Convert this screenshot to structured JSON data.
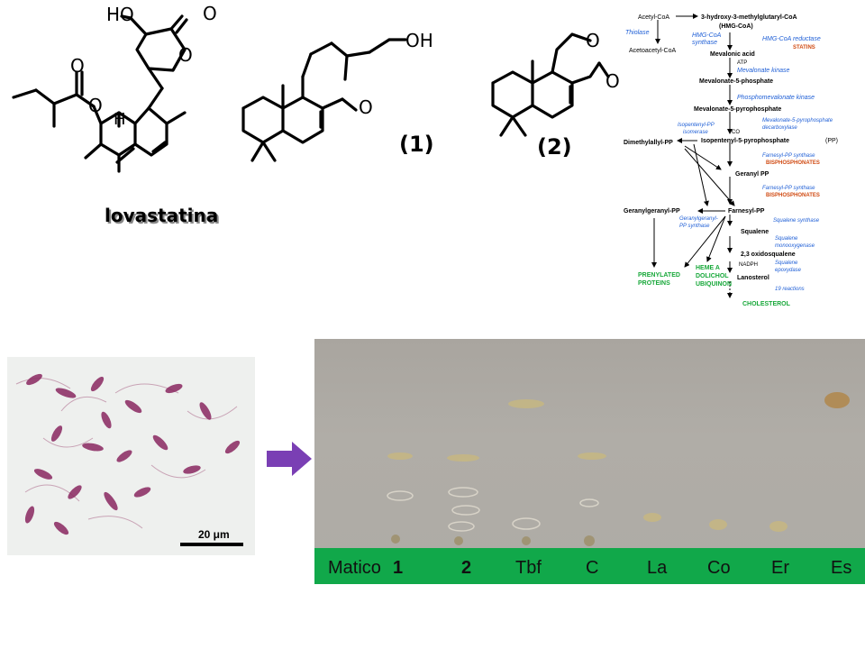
{
  "structures": {
    "lovastatin": {
      "name": "lovastatina",
      "ho": "HO",
      "o1": "O",
      "o2": "O",
      "o3": "O",
      "o4": "O",
      "h": "H"
    },
    "compound1": {
      "label": "(1)",
      "oh": "OH",
      "o": "O"
    },
    "compound2": {
      "label": "(2)",
      "o1": "O",
      "o2": "O"
    }
  },
  "pathway": {
    "acetyl_coa": "Acetyl-CoA",
    "thiolase": "Thiolase",
    "acetoacetyl_coa": "Acetoacetyl-CoA",
    "hmg_coa": "3-hydroxy-3-methylglutaryl-CoA",
    "hmg_coa_abbr": "(HMG-CoA)",
    "hmg_synthase_1": "HMG-CoA",
    "hmg_synthase_2": "synthase",
    "hmg_reductase": "HMG-CoA reductase",
    "statins": "STATINS",
    "mevalonic_acid": "Mevalonic acid",
    "atp": "ATP",
    "mevalonate_kinase": "Mevalonate kinase",
    "mevalonate_5p": "Mevalonate-5-phosphate",
    "phosphomevalonate_kinase": "Phosphomevalonate kinase",
    "mevalonate_5pp": "Mevalonate-5-pyrophosphate",
    "isomerase_1": "Isopentenyl-PP",
    "isomerase_2": "isomerase",
    "decarboxylase_1": "Mevalonate-5-pyrophosphate",
    "decarboxylase_2": "decarboxylase",
    "co2": "CO",
    "dimethylallyl_pp": "Dimethylallyl-PP",
    "isopentenyl_5pp": "Isopentenyl-5-pyrophosphate",
    "pp": "(PP)",
    "fpp_synthase_1": "Farnesyl-PP synthase",
    "bisphosphonates_1": "BISPHOSPHONATES",
    "geranyl_pp": "Geranyl PP",
    "fpp_synthase_2": "Farnesyl-PP synthase",
    "bisphosphonates_2": "BISPHOSPHONATES",
    "geranylgeranyl_pp": "Geranylgeranyl-PP",
    "farnesyl_pp": "Farnesyl-PP",
    "ggpp_synthase_1": "Geranylgeranyl-",
    "ggpp_synthase_2": "PP synthase",
    "squalene_synthase": "Squalene synthase",
    "squalene": "Squalene",
    "squalene_mono_1": "Squalene",
    "squalene_mono_2": "monooxygenase",
    "oxidosqualene": "2,3 oxidosqualene",
    "nadph": "NADPH",
    "squalene_epox_1": "Squalene",
    "squalene_epox_2": "epoxydase",
    "lanosterol": "Lanosterol",
    "reactions": "19 reactions",
    "cholesterol": "CHOLESTEROL",
    "prenylated_1": "PRENYLATED",
    "prenylated_2": "PROTEINS",
    "heme_1": "HEME A",
    "heme_2": "DOLICHOL",
    "heme_3": "UBIQUINON",
    "colors": {
      "enzyme": "#1f5fd6",
      "inhibitor": "#d04a12",
      "product": "#18a83a"
    }
  },
  "micrograph": {
    "scale": "20 μm"
  },
  "tlc": {
    "lanes": [
      "Matico",
      "1",
      "2",
      "Tbf",
      "C",
      "La",
      "Co",
      "Er",
      "Es"
    ],
    "bold_lanes": [
      "1",
      "2"
    ],
    "bar_color": "#11a84a",
    "arrow_color": "#7a3fb4"
  }
}
